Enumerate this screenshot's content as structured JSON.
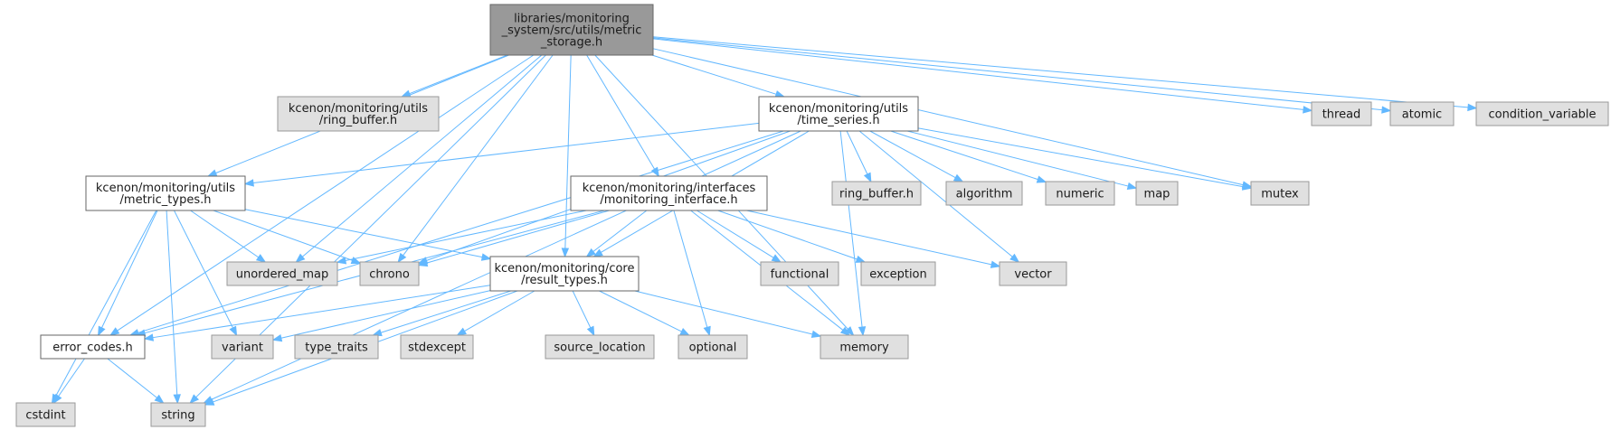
{
  "diagram": {
    "type": "include-dependency-graph",
    "colors": {
      "edge": "#63b8ff",
      "root_fill": "#999999",
      "header_fill": "#ffffff",
      "system_fill": "#e0e0e0"
    },
    "nodes": [
      {
        "id": "metric_storage",
        "lines": [
          "libraries/monitoring",
          "_system/src/utils/metric",
          "_storage.h"
        ],
        "kind": "root"
      },
      {
        "id": "ring_buffer_full",
        "lines": [
          "kcenon/monitoring/utils",
          "/ring_buffer.h"
        ],
        "kind": "system"
      },
      {
        "id": "time_series",
        "lines": [
          "kcenon/monitoring/utils",
          "/time_series.h"
        ],
        "kind": "header"
      },
      {
        "id": "thread",
        "lines": [
          "thread"
        ],
        "kind": "system"
      },
      {
        "id": "atomic",
        "lines": [
          "atomic"
        ],
        "kind": "system"
      },
      {
        "id": "condition_variable",
        "lines": [
          "condition_variable"
        ],
        "kind": "system"
      },
      {
        "id": "metric_types",
        "lines": [
          "kcenon/monitoring/utils",
          "/metric_types.h"
        ],
        "kind": "header"
      },
      {
        "id": "monitoring_interface",
        "lines": [
          "kcenon/monitoring/interfaces",
          "/monitoring_interface.h"
        ],
        "kind": "header"
      },
      {
        "id": "ring_buffer",
        "lines": [
          "ring_buffer.h"
        ],
        "kind": "system"
      },
      {
        "id": "algorithm",
        "lines": [
          "algorithm"
        ],
        "kind": "system"
      },
      {
        "id": "numeric",
        "lines": [
          "numeric"
        ],
        "kind": "system"
      },
      {
        "id": "map",
        "lines": [
          "map"
        ],
        "kind": "system"
      },
      {
        "id": "mutex",
        "lines": [
          "mutex"
        ],
        "kind": "system"
      },
      {
        "id": "unordered_map",
        "lines": [
          "unordered_map"
        ],
        "kind": "system"
      },
      {
        "id": "chrono",
        "lines": [
          "chrono"
        ],
        "kind": "system"
      },
      {
        "id": "result_types",
        "lines": [
          "kcenon/monitoring/core",
          "/result_types.h"
        ],
        "kind": "header"
      },
      {
        "id": "functional",
        "lines": [
          "functional"
        ],
        "kind": "system"
      },
      {
        "id": "exception",
        "lines": [
          "exception"
        ],
        "kind": "system"
      },
      {
        "id": "vector",
        "lines": [
          "vector"
        ],
        "kind": "system"
      },
      {
        "id": "error_codes",
        "lines": [
          "error_codes.h"
        ],
        "kind": "header"
      },
      {
        "id": "variant",
        "lines": [
          "variant"
        ],
        "kind": "system"
      },
      {
        "id": "type_traits",
        "lines": [
          "type_traits"
        ],
        "kind": "system"
      },
      {
        "id": "stdexcept",
        "lines": [
          "stdexcept"
        ],
        "kind": "system"
      },
      {
        "id": "source_location",
        "lines": [
          "source_location"
        ],
        "kind": "system"
      },
      {
        "id": "optional",
        "lines": [
          "optional"
        ],
        "kind": "system"
      },
      {
        "id": "memory",
        "lines": [
          "memory"
        ],
        "kind": "system"
      },
      {
        "id": "cstdint",
        "lines": [
          "cstdint"
        ],
        "kind": "system"
      },
      {
        "id": "string",
        "lines": [
          "string"
        ],
        "kind": "system"
      }
    ],
    "edges": [
      [
        "metric_storage",
        "ring_buffer_full"
      ],
      [
        "metric_storage",
        "time_series"
      ],
      [
        "metric_storage",
        "thread"
      ],
      [
        "metric_storage",
        "atomic"
      ],
      [
        "metric_storage",
        "condition_variable"
      ],
      [
        "metric_storage",
        "metric_types"
      ],
      [
        "metric_storage",
        "monitoring_interface"
      ],
      [
        "metric_storage",
        "mutex"
      ],
      [
        "metric_storage",
        "unordered_map"
      ],
      [
        "metric_storage",
        "chrono"
      ],
      [
        "metric_storage",
        "result_types"
      ],
      [
        "metric_storage",
        "memory"
      ],
      [
        "metric_storage",
        "error_codes"
      ],
      [
        "metric_storage",
        "string"
      ],
      [
        "time_series",
        "ring_buffer"
      ],
      [
        "time_series",
        "algorithm"
      ],
      [
        "time_series",
        "numeric"
      ],
      [
        "time_series",
        "map"
      ],
      [
        "time_series",
        "mutex"
      ],
      [
        "time_series",
        "metric_types"
      ],
      [
        "time_series",
        "chrono"
      ],
      [
        "time_series",
        "result_types"
      ],
      [
        "time_series",
        "vector"
      ],
      [
        "time_series",
        "memory"
      ],
      [
        "time_series",
        "error_codes"
      ],
      [
        "time_series",
        "string"
      ],
      [
        "metric_types",
        "unordered_map"
      ],
      [
        "metric_types",
        "chrono"
      ],
      [
        "metric_types",
        "result_types"
      ],
      [
        "metric_types",
        "error_codes"
      ],
      [
        "metric_types",
        "variant"
      ],
      [
        "metric_types",
        "string"
      ],
      [
        "metric_types",
        "cstdint"
      ],
      [
        "monitoring_interface",
        "unordered_map"
      ],
      [
        "monitoring_interface",
        "chrono"
      ],
      [
        "monitoring_interface",
        "result_types"
      ],
      [
        "monitoring_interface",
        "functional"
      ],
      [
        "monitoring_interface",
        "exception"
      ],
      [
        "monitoring_interface",
        "vector"
      ],
      [
        "monitoring_interface",
        "optional"
      ],
      [
        "monitoring_interface",
        "memory"
      ],
      [
        "monitoring_interface",
        "error_codes"
      ],
      [
        "result_types",
        "error_codes"
      ],
      [
        "result_types",
        "variant"
      ],
      [
        "result_types",
        "type_traits"
      ],
      [
        "result_types",
        "stdexcept"
      ],
      [
        "result_types",
        "source_location"
      ],
      [
        "result_types",
        "optional"
      ],
      [
        "result_types",
        "memory"
      ],
      [
        "result_types",
        "string"
      ],
      [
        "error_codes",
        "cstdint"
      ],
      [
        "error_codes",
        "string"
      ]
    ]
  }
}
